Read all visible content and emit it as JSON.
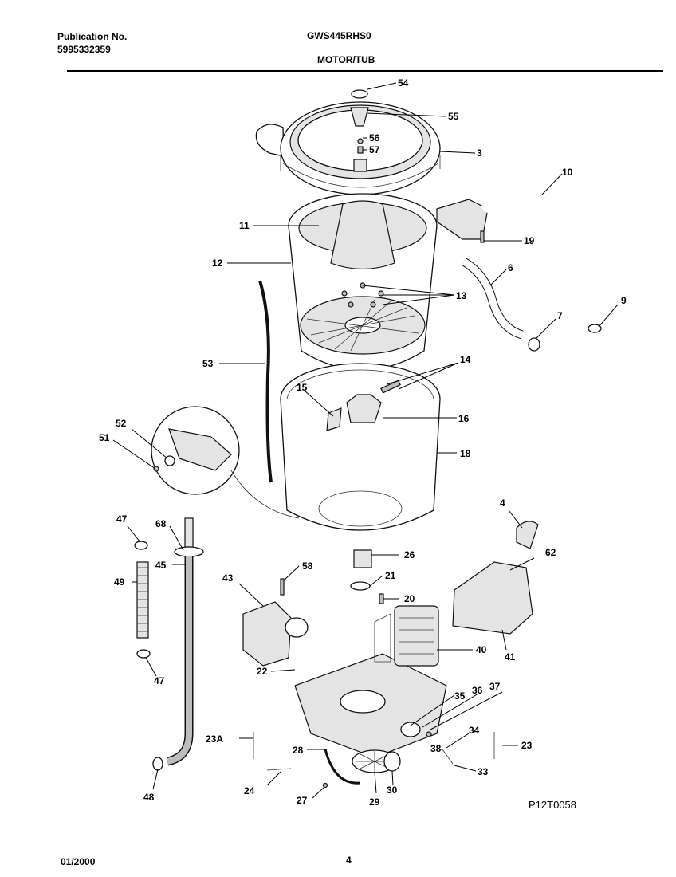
{
  "header": {
    "pub_label": "Publication No.",
    "pub_number": "5995332359",
    "model": "GWS445RHS0",
    "section": "MOTOR/TUB"
  },
  "footer": {
    "date": "01/2000",
    "page": "4",
    "drawing_id": "P12T0058"
  },
  "callouts": [
    "54",
    "55",
    "56",
    "57",
    "3",
    "10",
    "11",
    "19",
    "12",
    "6",
    "13",
    "7",
    "9",
    "53",
    "14",
    "15",
    "16",
    "52",
    "51",
    "18",
    "4",
    "47",
    "68",
    "26",
    "62",
    "58",
    "45",
    "49",
    "21",
    "43",
    "20",
    "40",
    "41",
    "22",
    "47",
    "35",
    "36",
    "37",
    "23A",
    "34",
    "23",
    "28",
    "38",
    "24",
    "33",
    "27",
    "48",
    "29",
    "30"
  ]
}
